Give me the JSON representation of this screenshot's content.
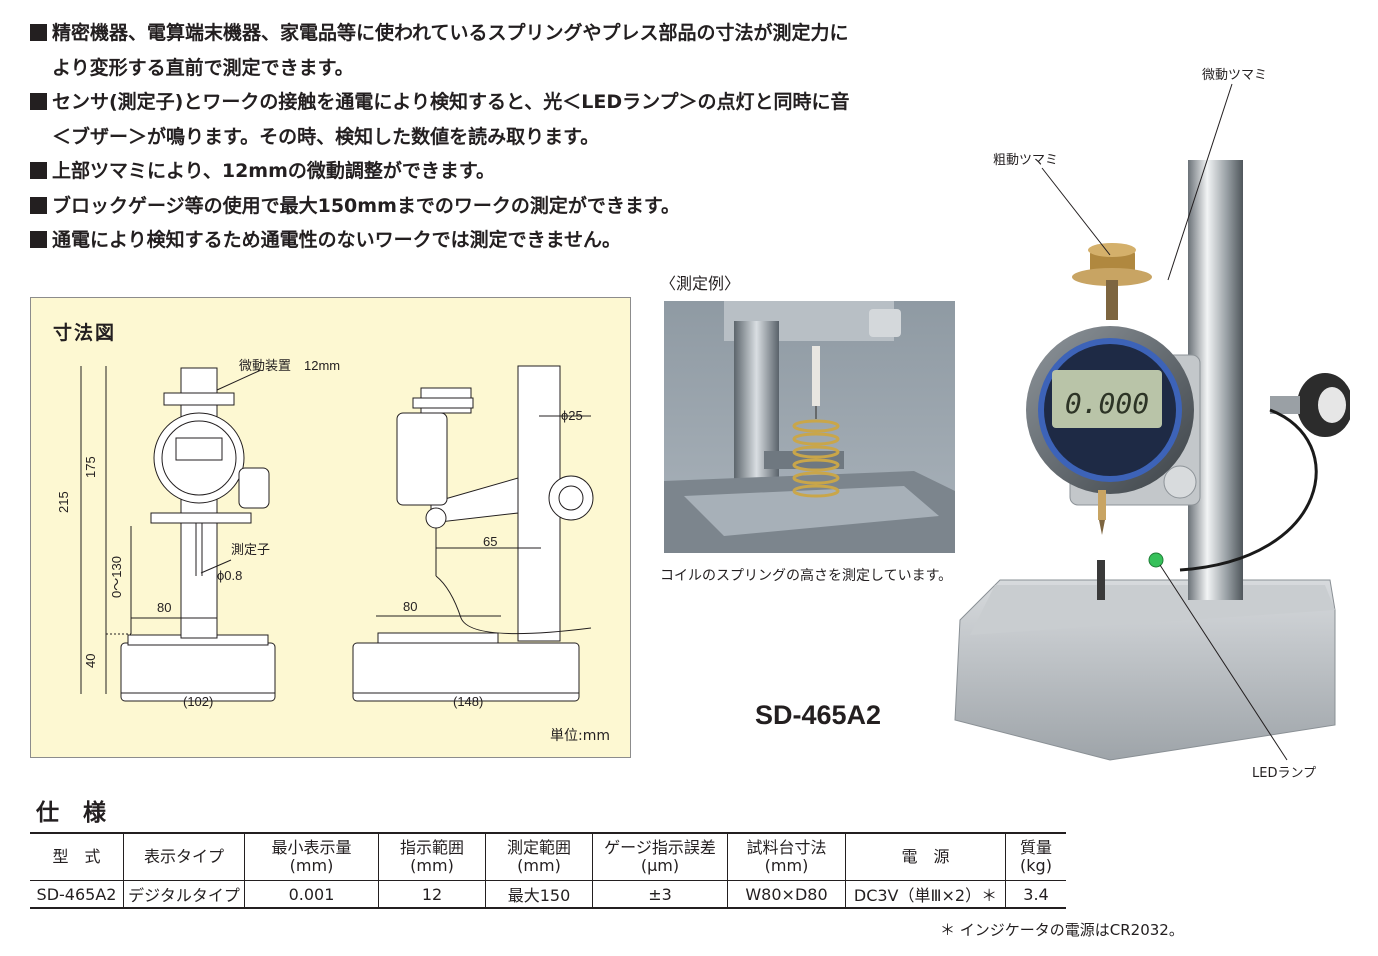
{
  "bullets": [
    {
      "lines": [
        "精密機器、電算端末機器、家電品等に使われているスプリングやプレス部品の寸法が測定力に",
        "より変形する直前で測定できます。"
      ]
    },
    {
      "lines": [
        "センサ(測定子)とワークの接触を通電により検知すると、光＜LEDランプ＞の点灯と同時に音",
        "＜ブザー＞が鳴ります。その時、検知した数値を読み取ります。"
      ]
    },
    {
      "lines": [
        "上部ツマミにより、12mmの微動調整ができます。"
      ]
    },
    {
      "lines": [
        "ブロックゲージ等の使用で最大150mmまでのワークの測定ができます。"
      ]
    },
    {
      "lines": [
        "通電により検知するため通電性のないワークでは測定できません。"
      ]
    }
  ],
  "dimension_drawing": {
    "title": "寸法図",
    "unit": "単位:mm",
    "labels": {
      "fine_device": "微動装置　12mm",
      "probe": "測定子",
      "probe_dia": "ϕ0.8",
      "column_dia": "ϕ25",
      "d215": "215",
      "d175": "175",
      "d0_130": "0〜130",
      "d40": "40",
      "d80_front": "80",
      "d102": "(102)",
      "d65": "65",
      "d80_side": "80",
      "d148": "(148)"
    }
  },
  "example": {
    "label": "〈測定例〉",
    "caption": "コイルのスプリングの高さを測定しています。"
  },
  "product": {
    "model": "SD-465A2",
    "display_reading": "0.000",
    "callouts": {
      "fine_knob": "微動ツマミ",
      "coarse_knob": "粗動ツマミ",
      "led_lamp": "LEDランプ"
    }
  },
  "spec": {
    "title": "仕 様",
    "headers": [
      [
        "型　式"
      ],
      [
        "表示タイプ"
      ],
      [
        "最小表示量",
        "(mm)"
      ],
      [
        "指示範囲",
        "(mm)"
      ],
      [
        "測定範囲",
        "(mm)"
      ],
      [
        "ゲージ指示誤差",
        "(μm)"
      ],
      [
        "試料台寸法",
        "(mm)"
      ],
      [
        "電　源"
      ],
      [
        "質量",
        "(kg)"
      ]
    ],
    "row": [
      "SD-465A2",
      "デジタルタイプ",
      "0.001",
      "12",
      "最大150",
      "±3",
      "W80×D80",
      "DC3V（単Ⅲ×2）＊",
      "3.4"
    ],
    "footnote": "＊ インジケータの電源はCR2032。"
  }
}
